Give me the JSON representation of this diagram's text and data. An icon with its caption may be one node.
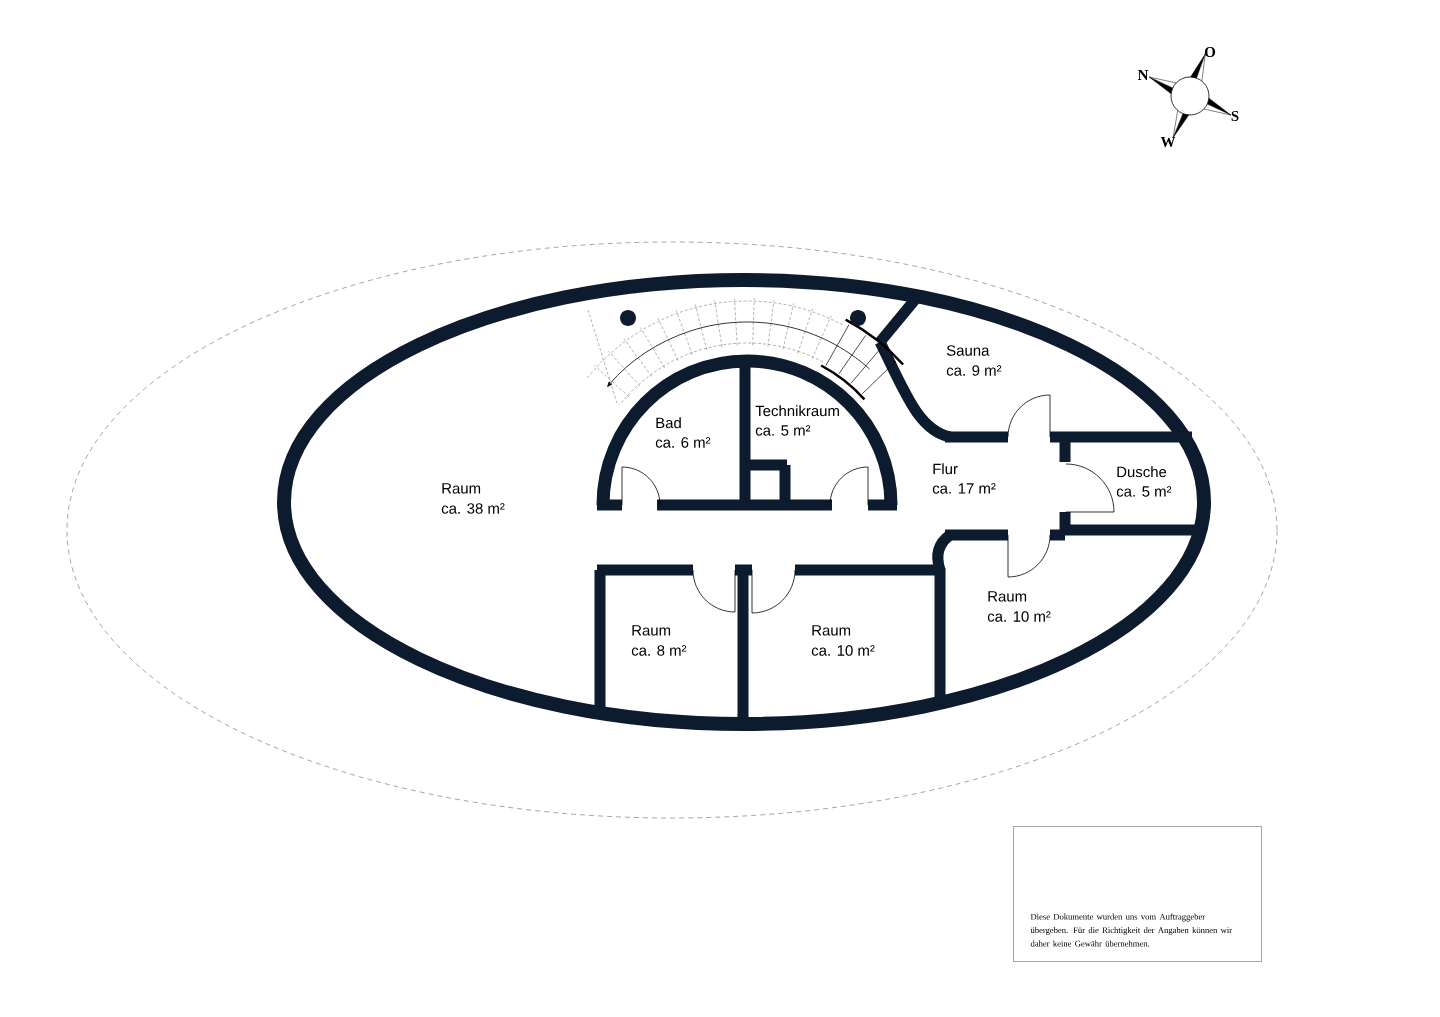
{
  "diagram": {
    "nodes": [
      {
        "text": [
          "Diese Dokumente wurden uns vom Auftraggeber übergeben. Für die Richtigkeit der Angaben können wir daher keine Gewähr übernehmen."
        ]
      }
    ],
    "labels": [
      "O",
      "N",
      "S",
      "W",
      "Sauna",
      "ca. 9 m²",
      "Technikraum",
      "ca. 5 m²",
      "Bad",
      "ca. 6 m²",
      "Flur",
      "ca. 17 m²",
      "Raum",
      "ca. 38 m²",
      "Dusche",
      "ca. 5 m²",
      "Raum",
      "ca. 10 m²",
      "Raum",
      "ca. 8 m²",
      "Raum",
      "ca. 10 m²"
    ]
  }
}
